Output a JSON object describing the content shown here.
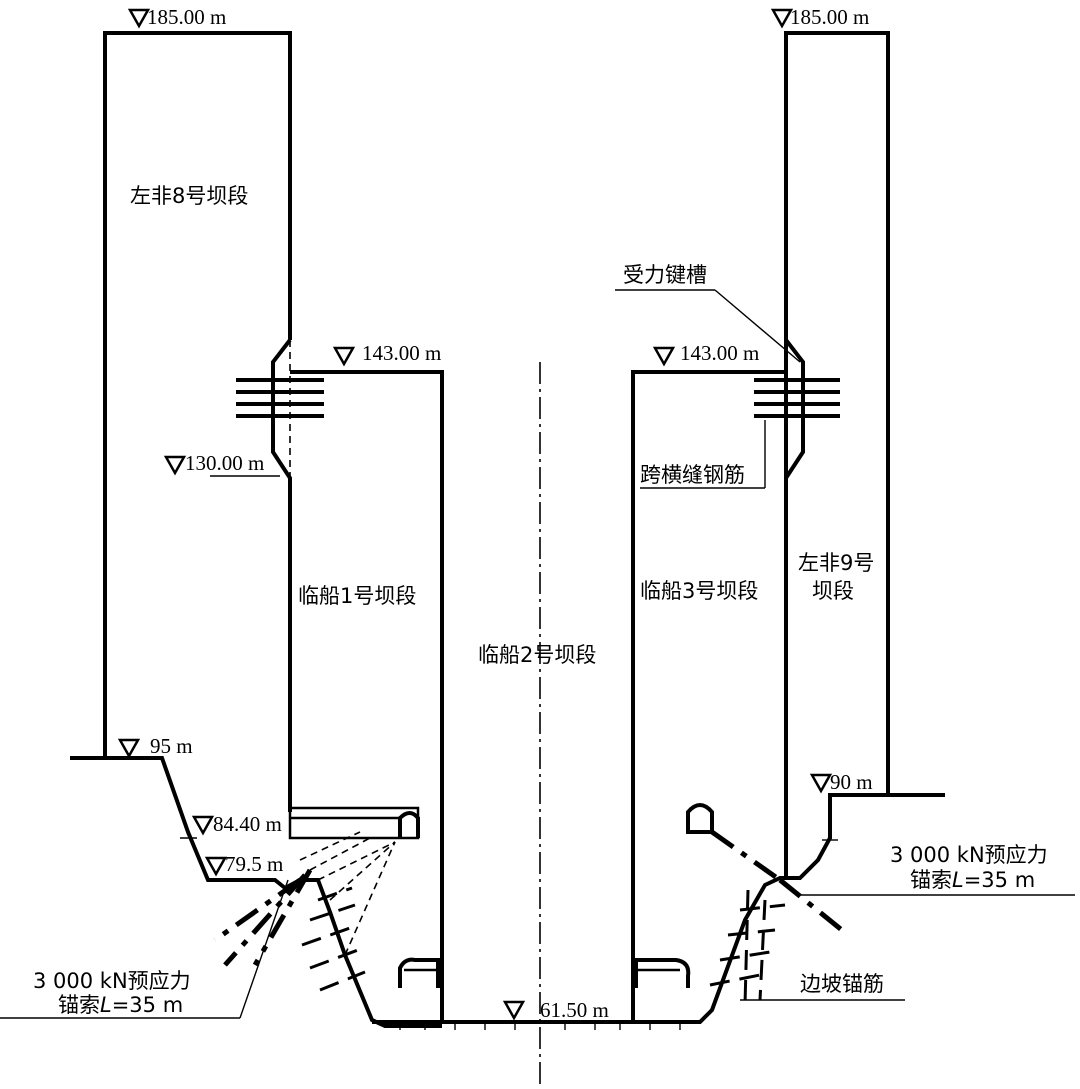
{
  "elevations": {
    "crest_left": "185.00 m",
    "crest_right": "185.00 m",
    "temp_left": "143.00 m",
    "temp_right": "143.00 m",
    "key_left": "130.00 m",
    "berm_left_95": "95 m",
    "berm_left_8440": "84.40 m",
    "berm_left_795": "79.5 m",
    "berm_right_90": "90 m",
    "bottom": "61.50 m"
  },
  "blocks": {
    "left_dam": "左非8号坝段",
    "right_dam_line1": "左非9号",
    "right_dam_line2": "坝段",
    "temp1": "临船1号坝段",
    "temp2": "临船2号坝段",
    "temp3": "临船3号坝段"
  },
  "annotations": {
    "shear_key": "受力键槽",
    "joint_rebar": "跨横缝钢筋",
    "anchor_left_line1": "3 000 kN预应力",
    "anchor_left_line2": "锚索",
    "anchor_left_len": "L",
    "anchor_left_val": "=35 m",
    "anchor_right_line1": "3 000 kN预应力",
    "anchor_right_line2": "锚索",
    "anchor_right_len": "L",
    "anchor_right_val": "=35 m",
    "slope_bolt": "边坡锚筋"
  }
}
